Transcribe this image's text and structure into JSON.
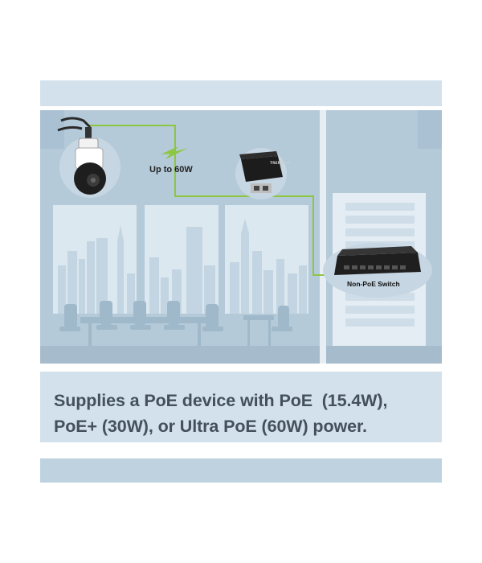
{
  "diagram": {
    "power_label": "Up to 60W",
    "switch_label": "Non-PoE Switch",
    "injector_brand": "TRENDnet",
    "colors": {
      "connection_line": "#8dc63f",
      "wall": "#b4cad9",
      "window_frame": "#dce8f0",
      "panel": "#d2e1ec",
      "caption_text": "#44515a"
    },
    "icons": [
      "ptz-camera-icon",
      "lightning-icon",
      "poe-injector-icon",
      "network-switch-icon",
      "server-rack-icon",
      "city-skyline-icon",
      "conference-table-icon"
    ]
  },
  "caption": {
    "line1": "Supplies a PoE device with PoE  (15.4W),",
    "line2": "PoE+ (30W), or Ultra PoE (60W) power."
  }
}
